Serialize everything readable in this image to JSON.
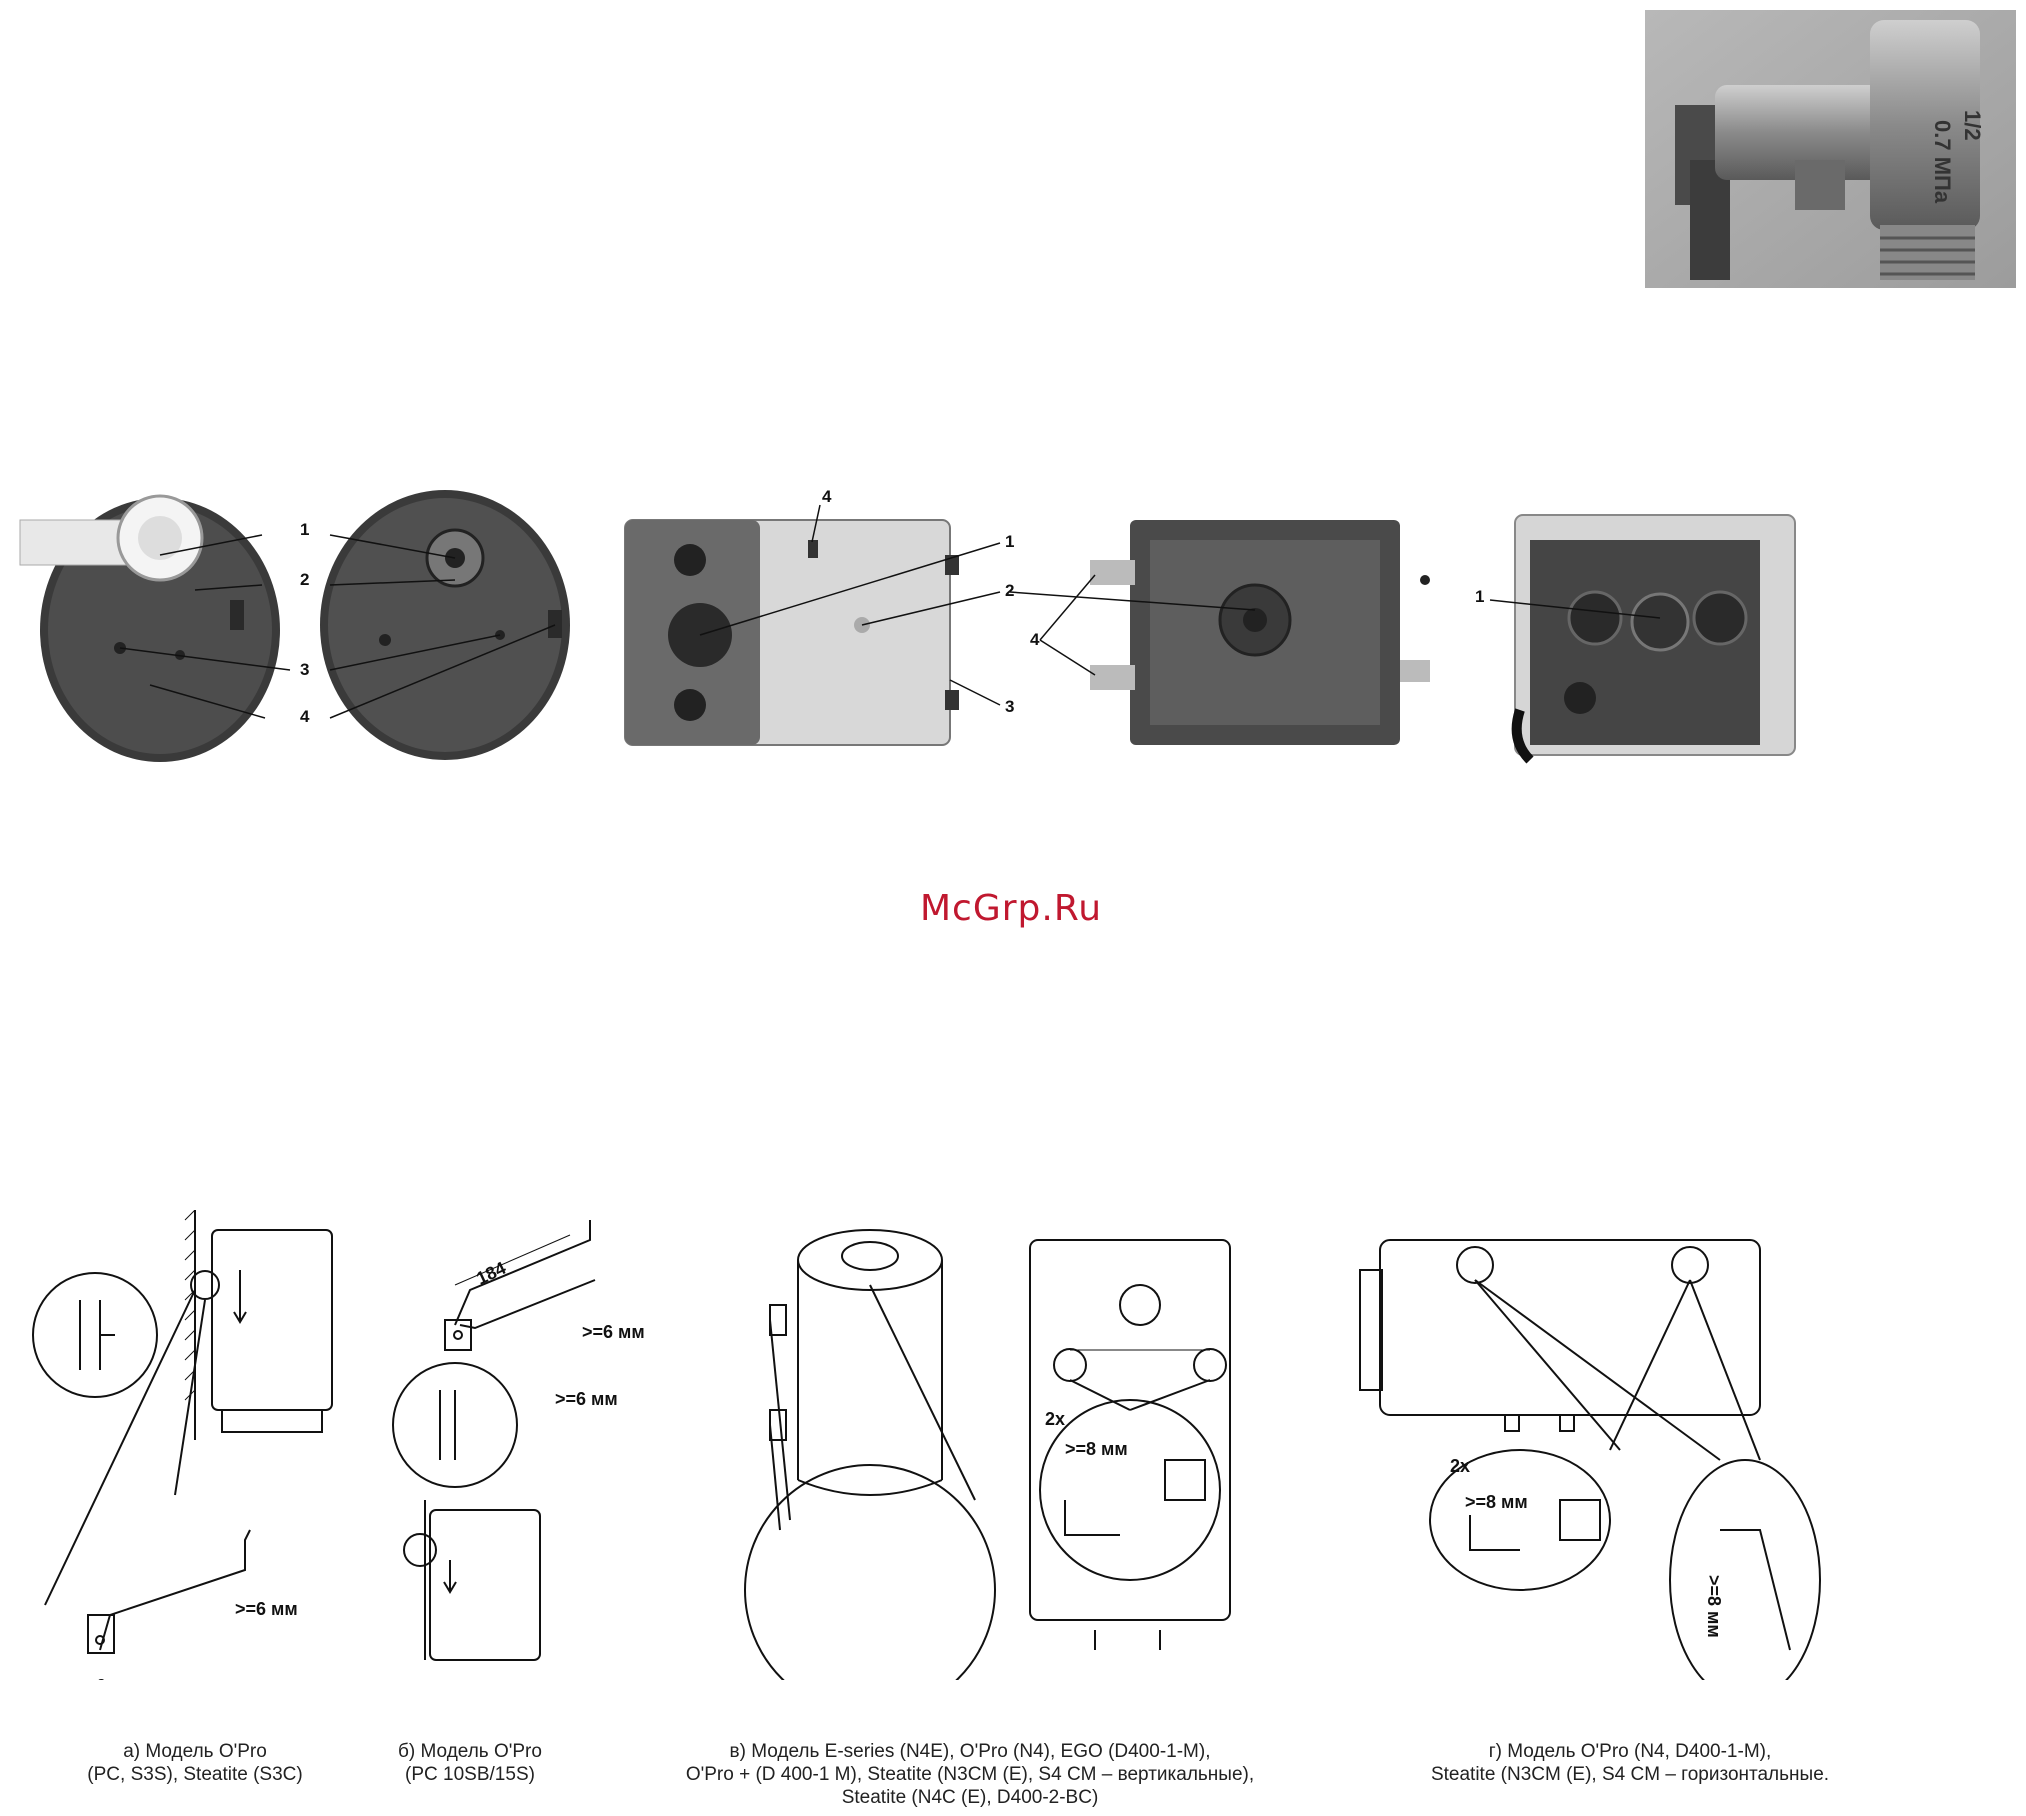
{
  "watermark": "McGrp.Ru",
  "valve_photo": {
    "icon": "safety-valve-photo",
    "markings": {
      "size": "1/2",
      "pressure": "0.7 МПа"
    }
  },
  "thermostat_figure": {
    "callouts": {
      "n1": "1",
      "n2": "2",
      "n3": "3",
      "n4": "4"
    }
  },
  "mounting_figure": {
    "clearances": {
      "six_mm": ">=6 мм",
      "eight_mm": ">=8 мм"
    },
    "bracket_length": "184",
    "screw_count": "2x"
  },
  "captions": {
    "a": [
      "а) Модель O'Pro",
      "(PC, S3S), Steatite (S3C)"
    ],
    "b": [
      "б) Модель O'Pro",
      "(PC 10SB/15S)"
    ],
    "c": [
      "в) Модель E-series (N4E), O'Pro (N4), EGO (D400-1-M),",
      "O'Pro + (D 400-1 M), Steatite (N3CM (E), S4 CM – вертикальные),",
      "Steatite (N4C (E), D400-2-BC)"
    ],
    "d": [
      "г) Модель O'Pro (N4, D400-1-M),",
      "Steatite (N3CM (E), S4 CM – горизонтальные."
    ]
  }
}
